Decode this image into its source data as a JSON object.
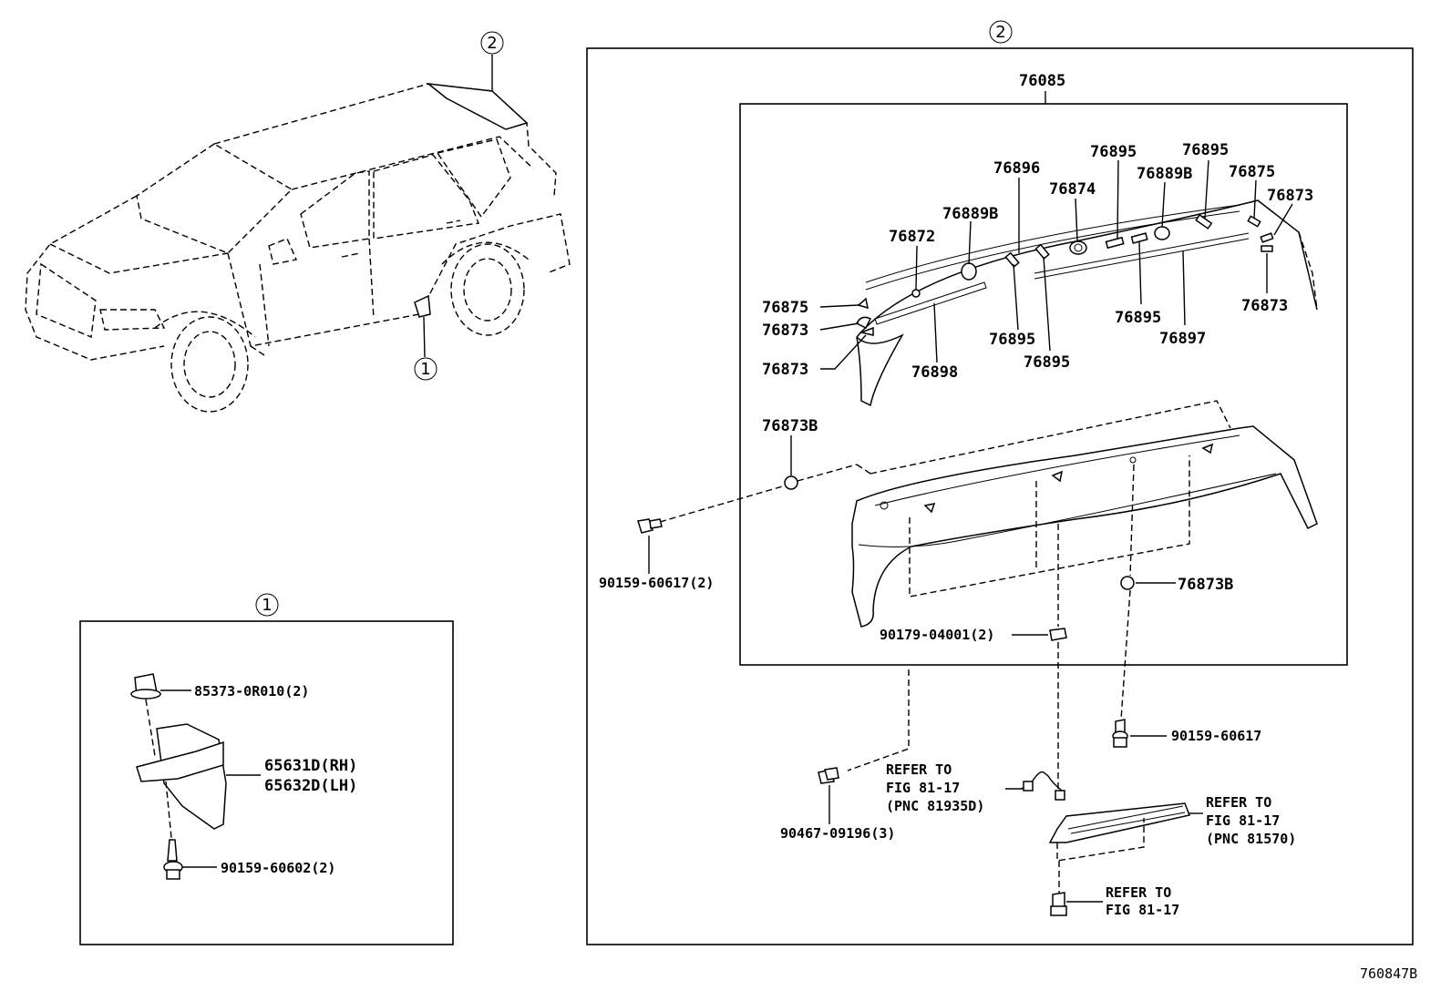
{
  "callouts": {
    "main_1": "①",
    "main_2": "②",
    "box1": "①",
    "box2": "②"
  },
  "assembly": "76085",
  "parts": {
    "p76896": "76896",
    "p76895_a": "76895",
    "p76895_b": "76895",
    "p76889B_a": "76889B",
    "p76874": "76874",
    "p76889B_b": "76889B",
    "p76875_a": "76875",
    "p76873_a": "76873",
    "p76872": "76872",
    "p76875_b": "76875",
    "p76873_b": "76873",
    "p76873_c": "76873",
    "p76898": "76898",
    "p76895_c": "76895",
    "p76895_d": "76895",
    "p76895_e": "76895",
    "p76897": "76897",
    "p76873_d": "76873",
    "p76873B_a": "76873B",
    "p76873B_b": "76873B",
    "p90159_60617_2": "90159-60617(2)",
    "p90179_04001_2": "90179-04001(2)",
    "p90159_60617": "90159-60617",
    "p90467_09196_3": "90467-09196(3)",
    "p85373": "85373-0R010(2)",
    "p65631D": "65631D(RH)",
    "p65632D": "65632D(LH)",
    "p90159_60602": "90159-60602(2)"
  },
  "refs": {
    "ref1_l1": "REFER TO",
    "ref1_l2": "FIG 81-17",
    "ref1_l3": "(PNC 81935D)",
    "ref2_l1": "REFER TO",
    "ref2_l2": "FIG 81-17",
    "ref2_l3": "(PNC 81570)",
    "ref3_l1": "REFER TO",
    "ref3_l2": "FIG 81-17"
  },
  "figure_code": "760847B"
}
